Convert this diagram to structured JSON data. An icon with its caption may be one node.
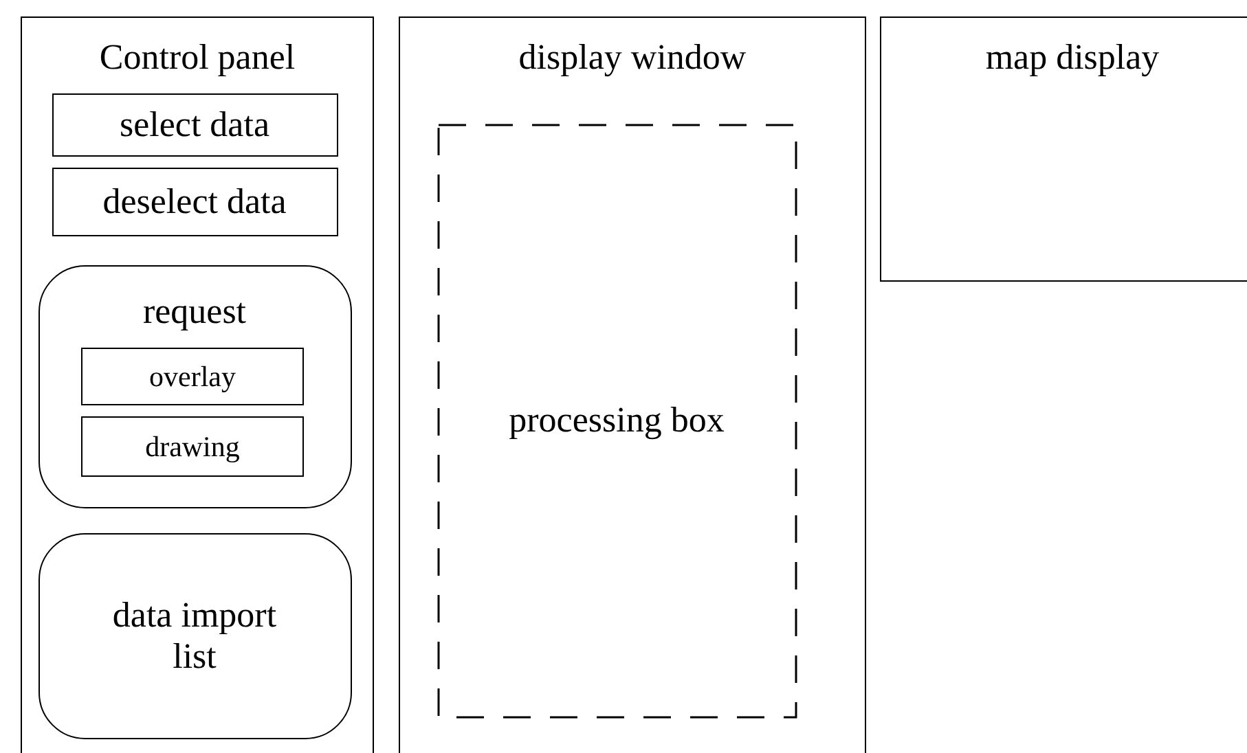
{
  "diagram": {
    "nodes": [
      {
        "text": [
          "Control panel"
        ]
      },
      {
        "text": [
          "select data"
        ],
        "in": 0
      },
      {
        "text": [
          "deselect data"
        ],
        "in": 0
      },
      {
        "text": [
          "request"
        ],
        "in": 0
      },
      {
        "text": [
          "overlay"
        ],
        "in": 3
      },
      {
        "text": [
          "drawing"
        ],
        "in": 3
      },
      {
        "text": [
          "data import list"
        ],
        "in": 0
      },
      {
        "text": [
          "display window"
        ]
      },
      {
        "text": [
          "processing box"
        ],
        "in": 7
      },
      {
        "text": [
          "map display"
        ]
      }
    ],
    "edges": []
  }
}
